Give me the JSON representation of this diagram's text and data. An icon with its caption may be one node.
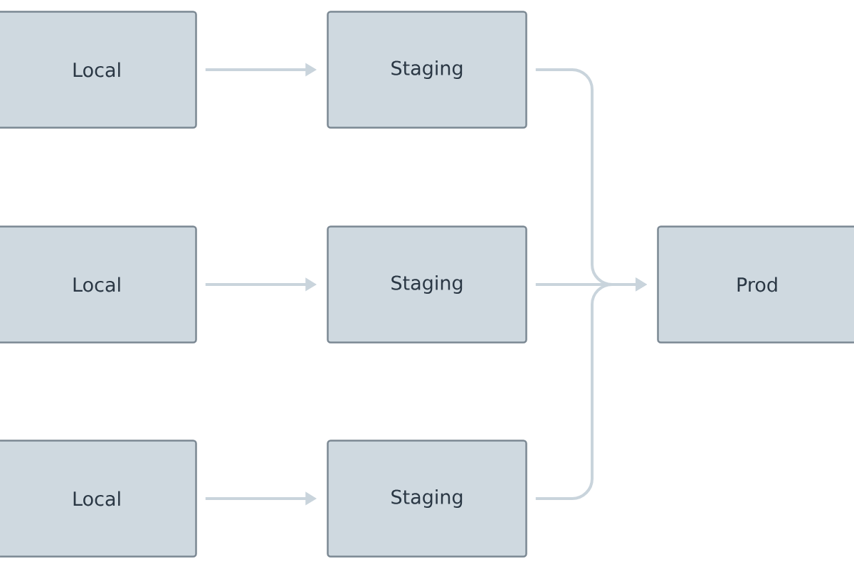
{
  "diagram": {
    "nodes": [
      {
        "text": [
          "Local"
        ]
      },
      {
        "text": [
          "Staging"
        ]
      },
      {
        "text": [
          "Local"
        ]
      },
      {
        "text": [
          "Staging"
        ]
      },
      {
        "text": [
          "Local"
        ]
      },
      {
        "text": [
          "Staging"
        ]
      },
      {
        "text": [
          "Prod"
        ]
      }
    ],
    "edges": [
      {
        "from": 0,
        "to": 1,
        "arrow": "to"
      },
      {
        "from": 2,
        "to": 3,
        "arrow": "to"
      },
      {
        "from": 4,
        "to": 5,
        "arrow": "to"
      },
      {
        "from": 1,
        "to": 6,
        "arrow": "to"
      },
      {
        "from": 3,
        "to": 6,
        "arrow": "to"
      },
      {
        "from": 5,
        "to": 6,
        "arrow": "to"
      }
    ]
  }
}
